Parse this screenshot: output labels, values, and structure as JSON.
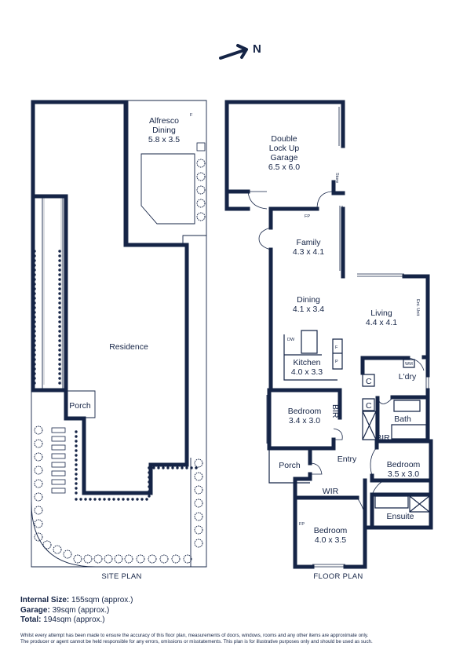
{
  "compass": {
    "label": "N"
  },
  "site_plan": {
    "caption": "SITE PLAN",
    "alfresco": {
      "name": "Alfresco",
      "name2": "Dining",
      "size": "5.8 x 3.5"
    },
    "residence": "Residence",
    "porch": "Porch",
    "fridge_tag": "F"
  },
  "floor_plan": {
    "caption": "FLOOR PLAN",
    "garage": {
      "line1": "Double",
      "line2": "Lock Up",
      "line3": "Garage",
      "size": "6.5 x 6.0"
    },
    "store": "Store",
    "fp_garage": "FP",
    "family": {
      "name": "Family",
      "size": "4.3 x 4.1"
    },
    "dining": {
      "name": "Dining",
      "size": "4.1 x 3.4"
    },
    "living": {
      "name": "Living",
      "size": "4.4 x 4.1"
    },
    "ent_unit": "Ent. Unit",
    "kitchen": {
      "name": "Kitchen",
      "size": "4.0 x 3.3"
    },
    "dw": "DW",
    "fridge": "F",
    "pantry": "P",
    "laundry": "L'dry",
    "wm": "WM",
    "linen1": "C",
    "linen2": "C",
    "bed2": {
      "name": "Bedroom",
      "size": "3.4 x 3.0"
    },
    "bir1": "BIR",
    "bath": "Bath",
    "bir2": "BIR",
    "entry": "Entry",
    "porch": "Porch",
    "bed3": {
      "name": "Bedroom",
      "size": "3.5 x 3.0"
    },
    "wir": "WIR",
    "ensuite": "Ensuite",
    "fp_bed": "FP",
    "bed1": {
      "name": "Bedroom",
      "size": "4.0 x 3.5"
    }
  },
  "areas": {
    "internal_label": "Internal Size:",
    "internal_value": "155sqm (approx.)",
    "garage_label": "Garage:",
    "garage_value": "39sqm (approx.)",
    "total_label": "Total:",
    "total_value": "194sqm (approx.)"
  },
  "disclaimer": {
    "line1": "Whilst every attempt has been made to ensure the accuracy of this floor plan, measurements of doors, windows, rooms and any other items are approximate only.",
    "line2": "The producer or agent cannot be held responsible for any errors, omissions or misstatements. This plan is for illustrative purposes only and should be used as such."
  },
  "colors": {
    "ink": "#152446",
    "grey": "#b8bcc6"
  }
}
